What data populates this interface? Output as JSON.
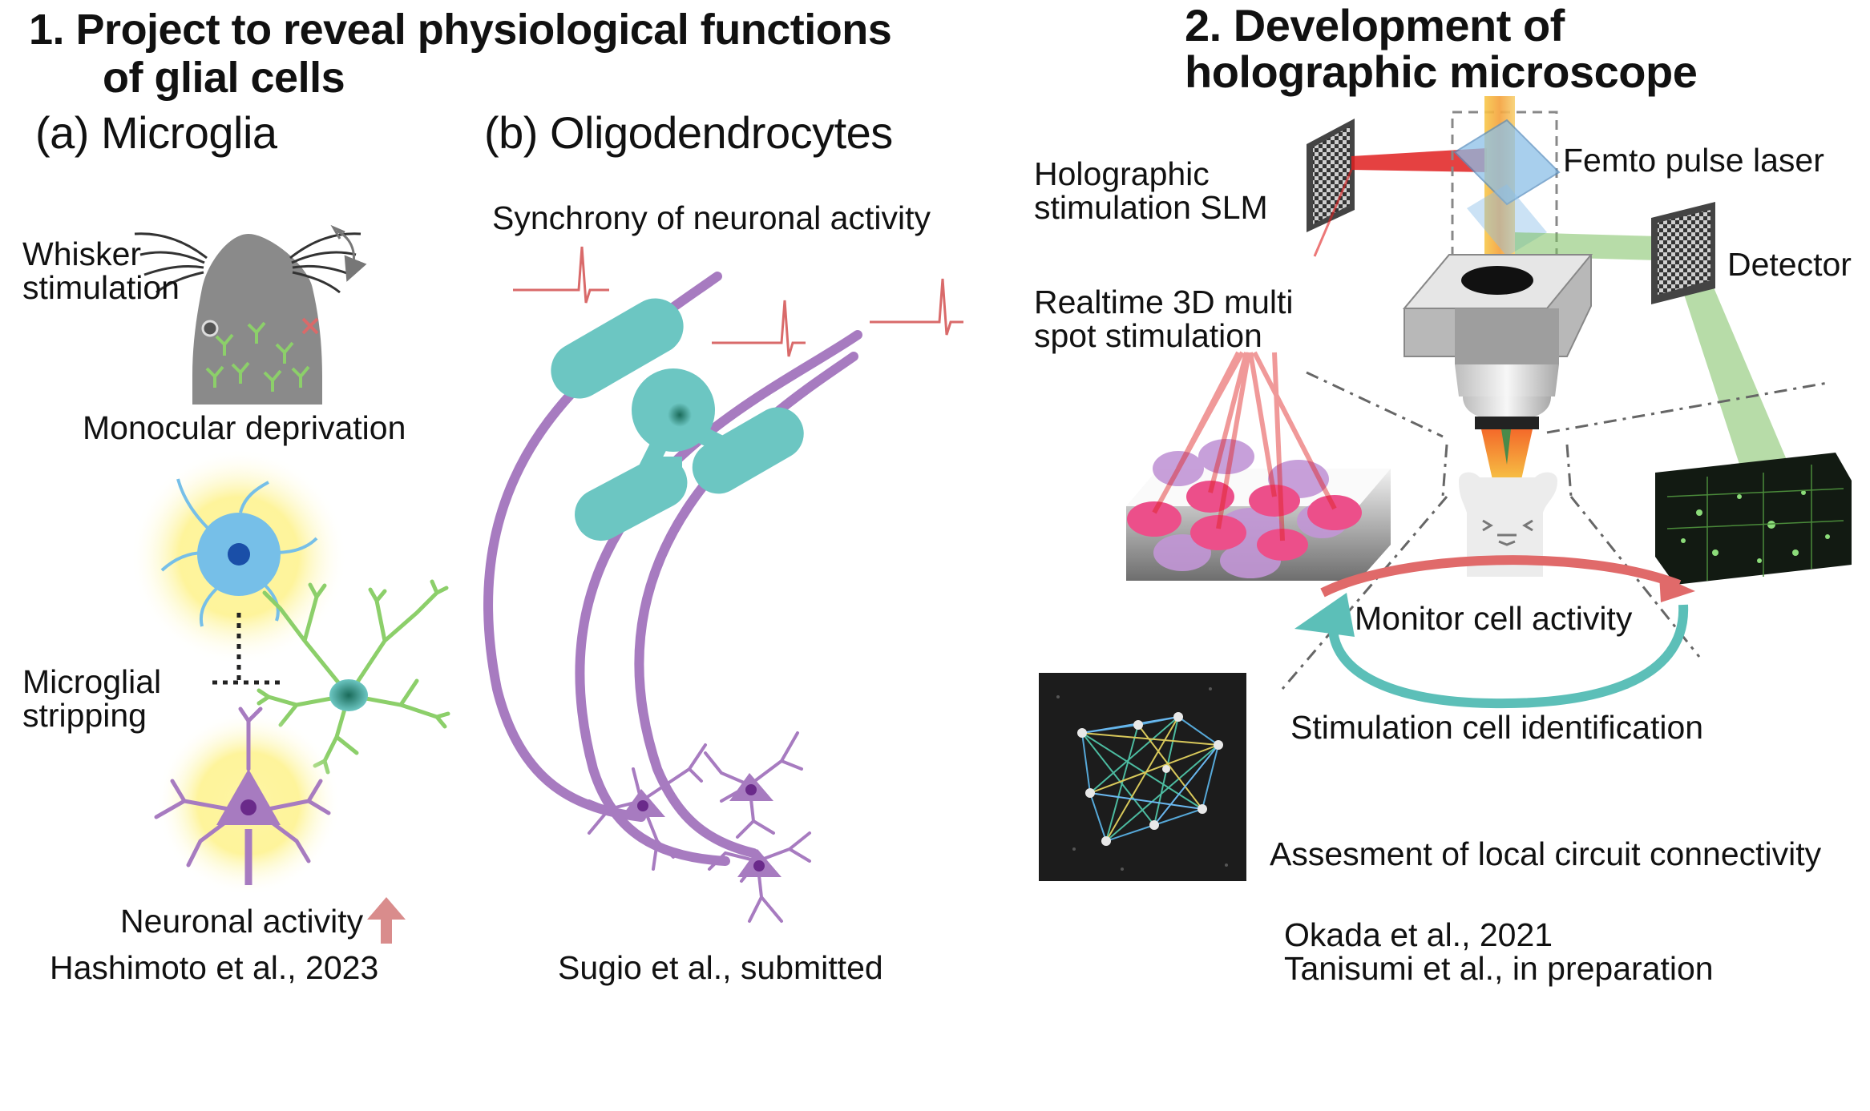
{
  "section1": {
    "title_line1": "1.  Project to reveal physiological functions",
    "title_line2": "of glial cells",
    "panel_a": {
      "heading": "(a) Microglia",
      "whisker": [
        "Whisker",
        "stimulation"
      ],
      "monocular": "Monocular deprivation",
      "stripping": [
        "Microglial",
        "stripping"
      ],
      "neuronal_activity": "Neuronal activity",
      "citation": "Hashimoto et al., 2023"
    },
    "panel_b": {
      "heading": "(b) Oligodendrocytes",
      "synchrony": "Synchrony of neuronal activity",
      "citation": "Sugio et al., submitted"
    }
  },
  "section2": {
    "title_line1": "2. Development of",
    "title_line2": "holographic microscope",
    "slm": [
      "Holographic",
      "stimulation SLM"
    ],
    "laser": "Femto pulse laser",
    "detector": "Detector",
    "realtime": [
      "Realtime 3D multi",
      "spot stimulation"
    ],
    "monitor": "Monitor cell activity",
    "identification": "Stimulation cell identification",
    "assessment": "Assesment of local circuit connectivity",
    "citations": [
      "Okada et al., 2021",
      "Tanisumi et al., in preparation"
    ]
  },
  "colors": {
    "glia_teal": "#6cc6c2",
    "neuron_purple": "#a77bc0",
    "microglia_green": "#8ccf6a",
    "spike_red": "#d96a6a",
    "laser_red": "#e02020",
    "detector_green": "#7cc060",
    "cycle_teal": "#5cbfb8"
  }
}
